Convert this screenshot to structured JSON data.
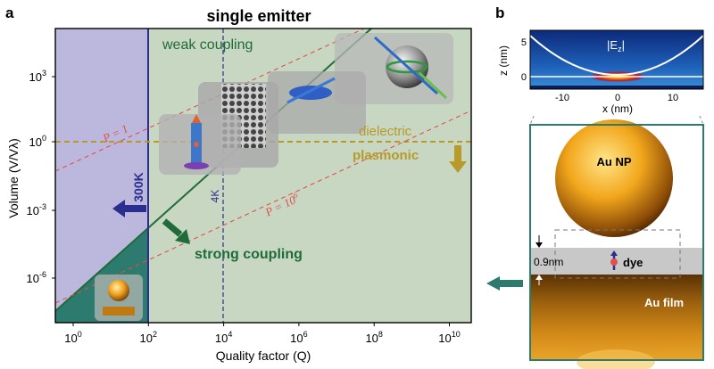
{
  "panel_a": {
    "label": "a",
    "title": "single emitter",
    "xlabel": "Quality factor (Q)",
    "ylabel": "Volume (V/Vλ)",
    "x_ticks": [
      {
        "base": "10",
        "exp": "0"
      },
      {
        "base": "10",
        "exp": "2"
      },
      {
        "base": "10",
        "exp": "4"
      },
      {
        "base": "10",
        "exp": "6"
      },
      {
        "base": "10",
        "exp": "8"
      },
      {
        "base": "10",
        "exp": "10"
      }
    ],
    "y_ticks": [
      {
        "base": "10",
        "exp": "3"
      },
      {
        "base": "10",
        "exp": "0"
      },
      {
        "base": "10",
        "exp": "-3"
      },
      {
        "base": "10",
        "exp": "-6"
      }
    ],
    "regions": {
      "weak": "weak coupling",
      "strong": "strong coupling",
      "dielectric": "dielectric",
      "plasmonic": "plasmonic"
    },
    "annotations": {
      "p1": "P = 1",
      "p6_base": "P = 10",
      "p6_exp": "6",
      "k300": "300K",
      "k4": "4K"
    },
    "colors": {
      "weak": "#c7d7c1",
      "room_temp": "#bcb7dc",
      "strong_region": "#2d7a6e",
      "strong_arrow": "#1f6b3a",
      "temp_line": "#2b2e8f",
      "divider": "#b89a2a",
      "p_lines": "#e05050"
    }
  },
  "panel_b": {
    "label": "b",
    "field_label_base": "|E",
    "field_label_sub": "z",
    "field_label_end": "|",
    "zlabel": "z (nm)",
    "xlabel": "x (nm)",
    "x_ticks": [
      "-10",
      "0",
      "10"
    ],
    "z_ticks": [
      "5",
      "0"
    ],
    "np_label": "Au NP",
    "gap_label": "0.9nm",
    "dye_label": "dye",
    "film_label": "Au film"
  }
}
